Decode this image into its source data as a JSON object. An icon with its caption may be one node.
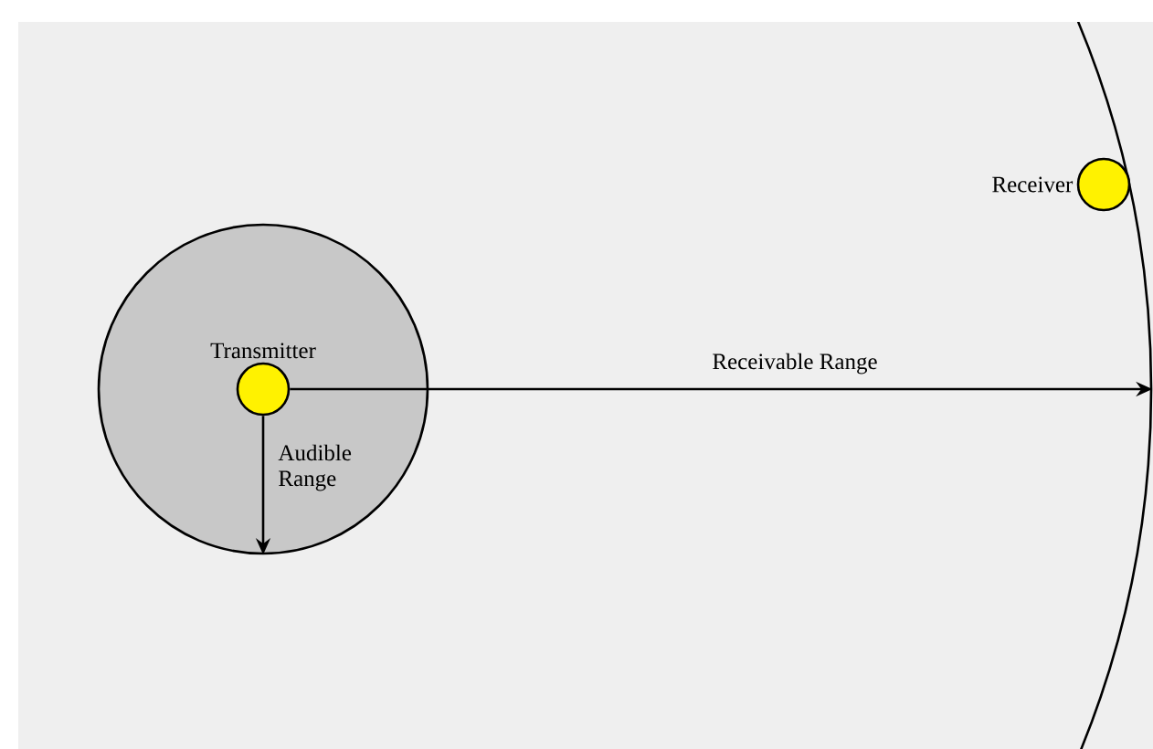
{
  "diagram": {
    "nodes": [
      {
        "text": [],
        "shape": "circle"
      },
      {
        "text": [],
        "shape": "circle",
        "in": 0
      },
      {
        "text": [
          "Transmitter"
        ],
        "in": 1
      },
      {
        "text": [
          "Receiver"
        ],
        "in": 0
      }
    ],
    "edges": [
      {
        "from": 2,
        "to": 0,
        "arrow": "to",
        "label": "Receivable Range"
      },
      {
        "from": 2,
        "to": 1,
        "arrow": "to",
        "label": "Audible Range"
      }
    ]
  }
}
